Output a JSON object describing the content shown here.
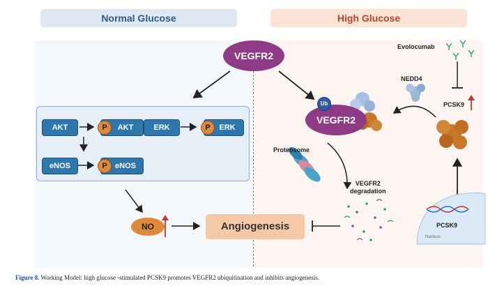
{
  "headers": {
    "normal": "Normal Glucose",
    "high": "High Glucose"
  },
  "nodes": {
    "vegfr2_top": "VEGFR2",
    "akt": "AKT",
    "p_akt": "AKT",
    "erk": "ERK",
    "p_erk": "ERK",
    "enos": "eNOS",
    "p_enos": "eNOS",
    "phospho": "P",
    "no": "NO",
    "angiogenesis": "Angiogenesis",
    "vegfr2_ub": "VEGFR2",
    "ub": "Ub",
    "nedd4": "NEDD4",
    "pcsk9_protein": "PCSK9",
    "evolocumab": "Evolocumab",
    "proteosome": "Proteosome",
    "degradation": "VEGFR2\ndegradation",
    "pcsk9_gene": "PCSK9",
    "nucleus": "Nucleus"
  },
  "caption": {
    "label": "Figure 8.",
    "text": " Working Model: high glucose -stimulated PCSK9 promotes VEGFR2 ubiquitination and inhibits angiogenesis."
  },
  "colors": {
    "vegfr2": "#8e3a84",
    "pill": "#2e77ad",
    "phospho": "#e0893a",
    "angiogenesis": "#f5c9a8",
    "no": "#e0893a",
    "up_arrow": "#c0392b"
  }
}
